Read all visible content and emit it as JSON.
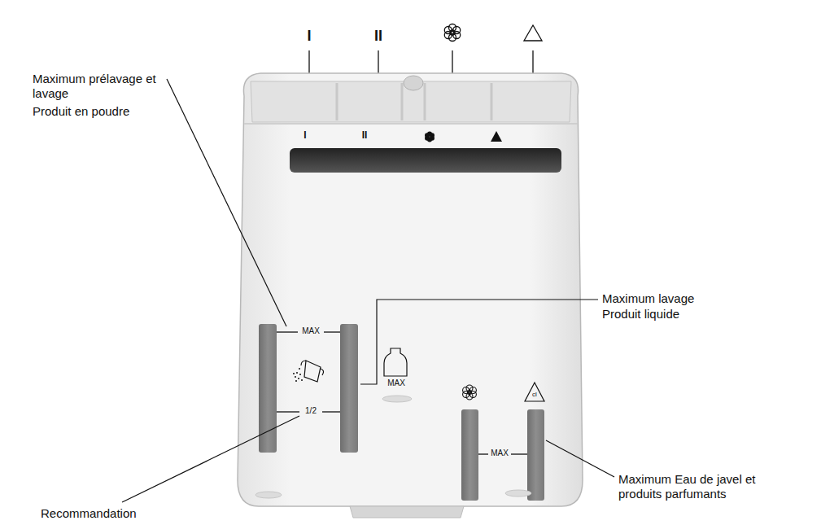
{
  "diagram": {
    "labels": [
      "I",
      "II",
      "I",
      "II",
      "Maximum prélavage et lavage",
      "Produit en poudre",
      "MAX",
      "Maximum lavage",
      "Produit liquide",
      "MAX",
      "MAX",
      "cl",
      "1/2",
      "Maximum Eau de javel et produits parfumants",
      "Recommandation"
    ]
  }
}
